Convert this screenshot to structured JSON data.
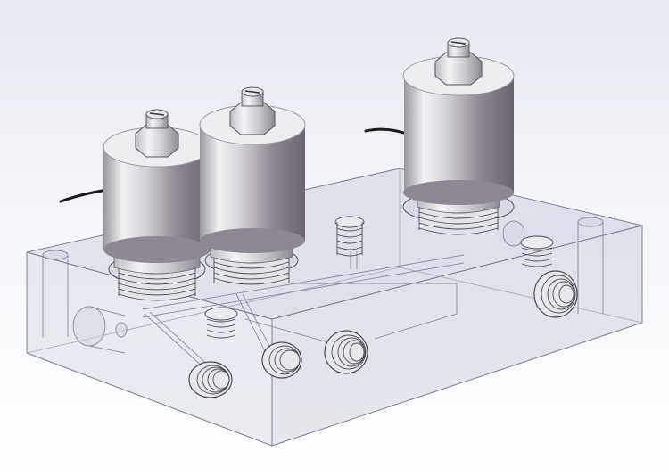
{
  "scene": {
    "subject": "solenoid-valve-manifold-assembly",
    "view": "isometric-cad-render",
    "solenoid_count": 3,
    "threaded_port_count": 7,
    "colors": {
      "background_top": "#e9ecf3",
      "background_bottom": "#ffffff",
      "block_fill": "#c9cddd",
      "block_edge": "#7e8290",
      "coil_light": "#e4e4e8",
      "coil_dark": "#6f6a72",
      "hex_nut": "#d8d8dc",
      "thread_line": "#4a4a52",
      "cable": "#1a1a1a"
    }
  }
}
